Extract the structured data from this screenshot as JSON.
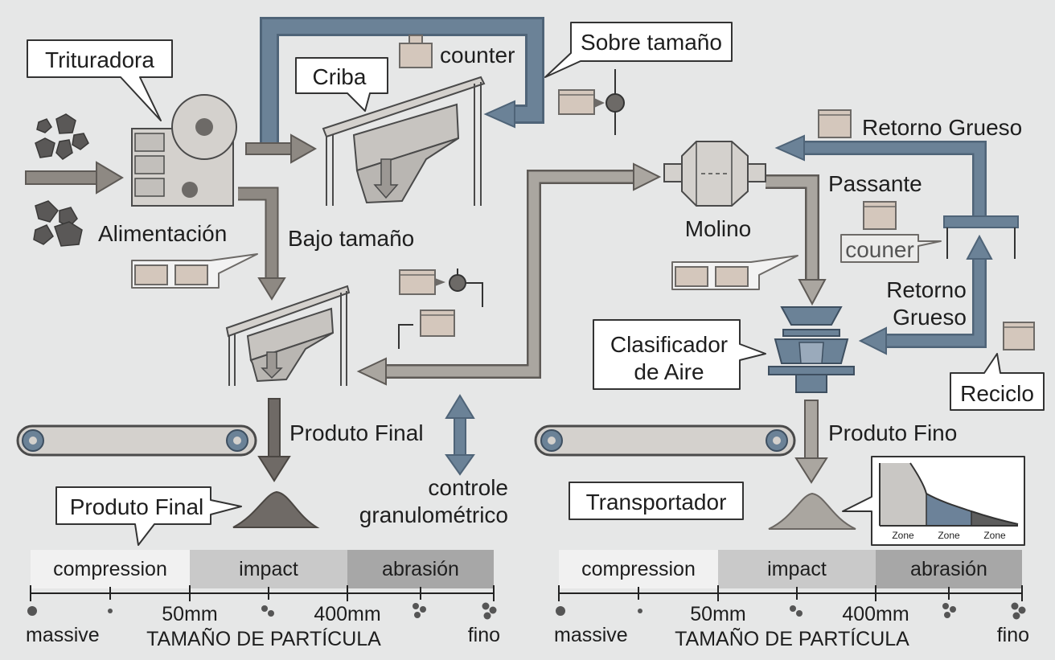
{
  "labels": {
    "trituradora": "Trituradora",
    "alimentacion": "Alimentación",
    "criba": "Criba",
    "counter_top": "counter",
    "sobre_tamano": "Sobre tamaño",
    "bajo_tamano": "Bajo tamaño",
    "produto_final_flow": "Produto Final",
    "produto_final_callout": "Produto Final",
    "controle": [
      "controle",
      "granulométrico"
    ],
    "molino": "Molino",
    "retorno_grueso_top": "Retorno Grueso",
    "passante": "Passante",
    "couner": "couner",
    "retorno_grueso_side": [
      "Retorno",
      "Grueso"
    ],
    "clasificador": [
      "Clasificador",
      "de Aire"
    ],
    "reciclo": "Reciclo",
    "produto_fino": "Produto Fino",
    "transportador": "Transportador"
  },
  "mini_chart": {
    "zones": [
      "Zone",
      "Zone",
      "Zone"
    ],
    "colors": [
      "#c9c7c4",
      "#6c8299",
      "#5d5d5d"
    ]
  },
  "scales": [
    {
      "segments": [
        "compression",
        "impact",
        "abrasión"
      ],
      "ticks": [
        "50mm",
        "400mm"
      ],
      "ends": [
        "massive",
        "fino"
      ],
      "title": "TAMAÑO DE PARTÍCULA"
    },
    {
      "segments": [
        "compression",
        "impact",
        "abrasión"
      ],
      "ticks": [
        "50mm",
        "400mm"
      ],
      "ends": [
        "massive",
        "fino"
      ],
      "title": "TAMAÑO DE PARTÍCULA"
    }
  ],
  "colors": {
    "background": "#e6e7e7",
    "blue_flow": "#6b8297",
    "grey_flow": "#8e8983",
    "equipment": "#d4d1cd",
    "outline": "#4a4a4a",
    "segment_light": "#f1f1f1",
    "segment_mid": "#c9c9c9",
    "segment_dark": "#a7a7a7"
  },
  "icons": [
    "rock-pile-icon",
    "jaw-crusher-icon",
    "vibrating-screen-icon",
    "ball-mill-icon",
    "air-classifier-icon",
    "conveyor-belt-icon",
    "stockpile-icon",
    "sensor-valve-icon",
    "panel-icon"
  ]
}
